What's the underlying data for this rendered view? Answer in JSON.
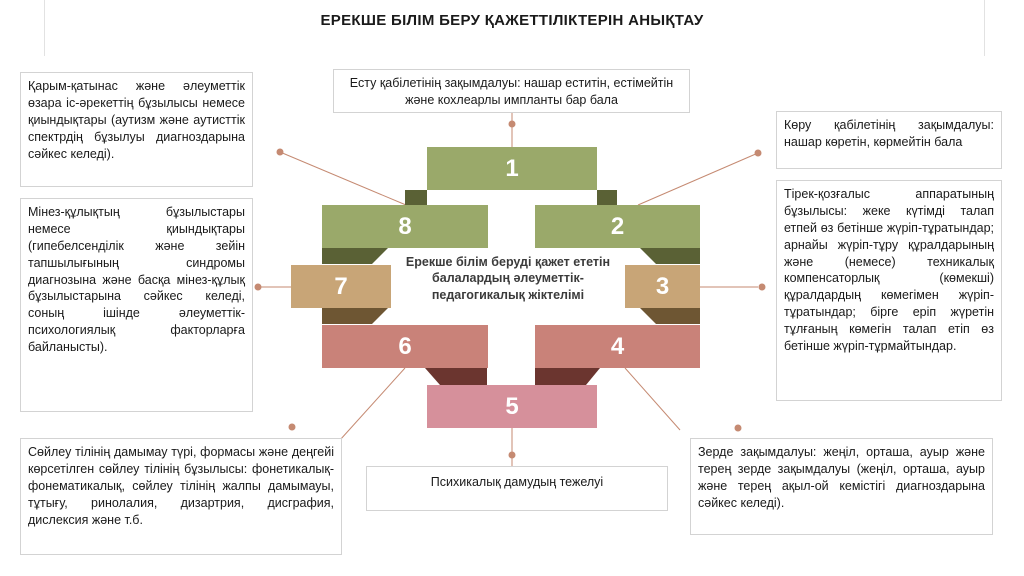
{
  "title": "ЕРЕКШЕ  БІЛІМ БЕРУ ҚАЖЕТТІЛІКТЕРІН АНЫҚТАУ",
  "center_label": "Ерекше білім беруді қажет ететін балалардың әлеуметтік-педагогикалық жіктелімі",
  "colors": {
    "olive": "#9aa96a",
    "olive_dark": "#5a6135",
    "tan": "#c8a577",
    "tan_dark": "#6e5633",
    "rose": "#c98279",
    "rose_dark": "#6b352f",
    "pink": "#d6909b",
    "connector": "#c58a72"
  },
  "segments": [
    "1",
    "2",
    "3",
    "4",
    "5",
    "6",
    "7",
    "8"
  ],
  "categories": {
    "hearing": "Есту қабілетінің зақымдалуы: нашар еститін, естімейтін және кохлеарлы импланты бар бала",
    "vision": "Көру қабілетінің зақымдалуы: нашар көретін, көрмейтін бала",
    "motor": "Тірек-қозғалыс аппаратының бұзылысы: жеке күтімді талап етпей өз бетінше жүріп-тұратындар; арнайы жүріп-тұру құралдарының және (немесе) техникалық компенсаторлық (көмекші) құралдардың көмегімен жүріп-тұратындар; бірге еріп жүретін тұлғаның көмегін талап етіп өз бетінше жүріп-тұрмайтындар.",
    "intellect": "Зерде зақымдалуы: жеңіл, орташа, ауыр және терең зерде зақымдалуы (жеңіл, орташа, ауыр және терең ақыл-ой кемістігі диагноздарына сәйкес келеді).",
    "psych_delay": "Психикалық дамудың тежелуі",
    "speech": "Сөйлеу тілінің дамымау түрі, формасы және деңгейі көрсетілген сөйлеу тілінің бұзылысы: фонетикалық-фонематикалық, сөйлеу тілінің жалпы дамымауы, тұтығу, ринолалия, дизартрия, дисграфия, дислексия және т.б.",
    "behavior": "Мінез-құлықтың бұзылыстары немесе қиындықтары (гипебелсенділік және зейін тапшылығының синдромы диагнозына және басқа мінез-құлық бұзылыстарына сәйкес келеді, соның ішінде әлеуметтік-психологиялық факторларға байланысты).",
    "communication": "Қарым-қатынас және әлеуметтік өзара іс-әрекеттің бұзылысы немесе қиындықтары (аутизм және аутисттік спектрдің бұзылуы диагноздарына сәйкес келеді)."
  }
}
